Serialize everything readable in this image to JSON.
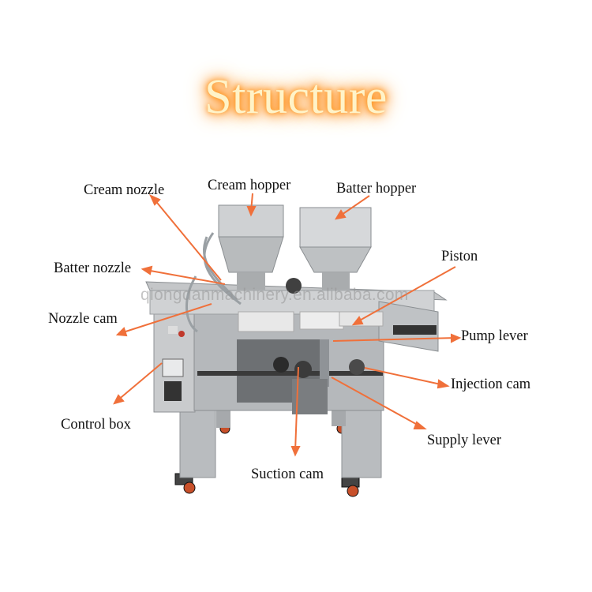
{
  "title": "Structure",
  "watermark": "qiongdanmachinery.en.alibaba.com",
  "accent_color": "#f0703a",
  "labels": {
    "cream_nozzle": "Cream nozzle",
    "cream_hopper": "Cream hopper",
    "batter_hopper": "Batter hopper",
    "batter_nozzle": "Batter nozzle",
    "piston": "Piston",
    "nozzle_cam": "Nozzle cam",
    "pump_lever": "Pump lever",
    "injection_cam": "Injection cam",
    "control_box": "Control box",
    "supply_lever": "Supply lever",
    "suction_cam": "Suction cam"
  }
}
